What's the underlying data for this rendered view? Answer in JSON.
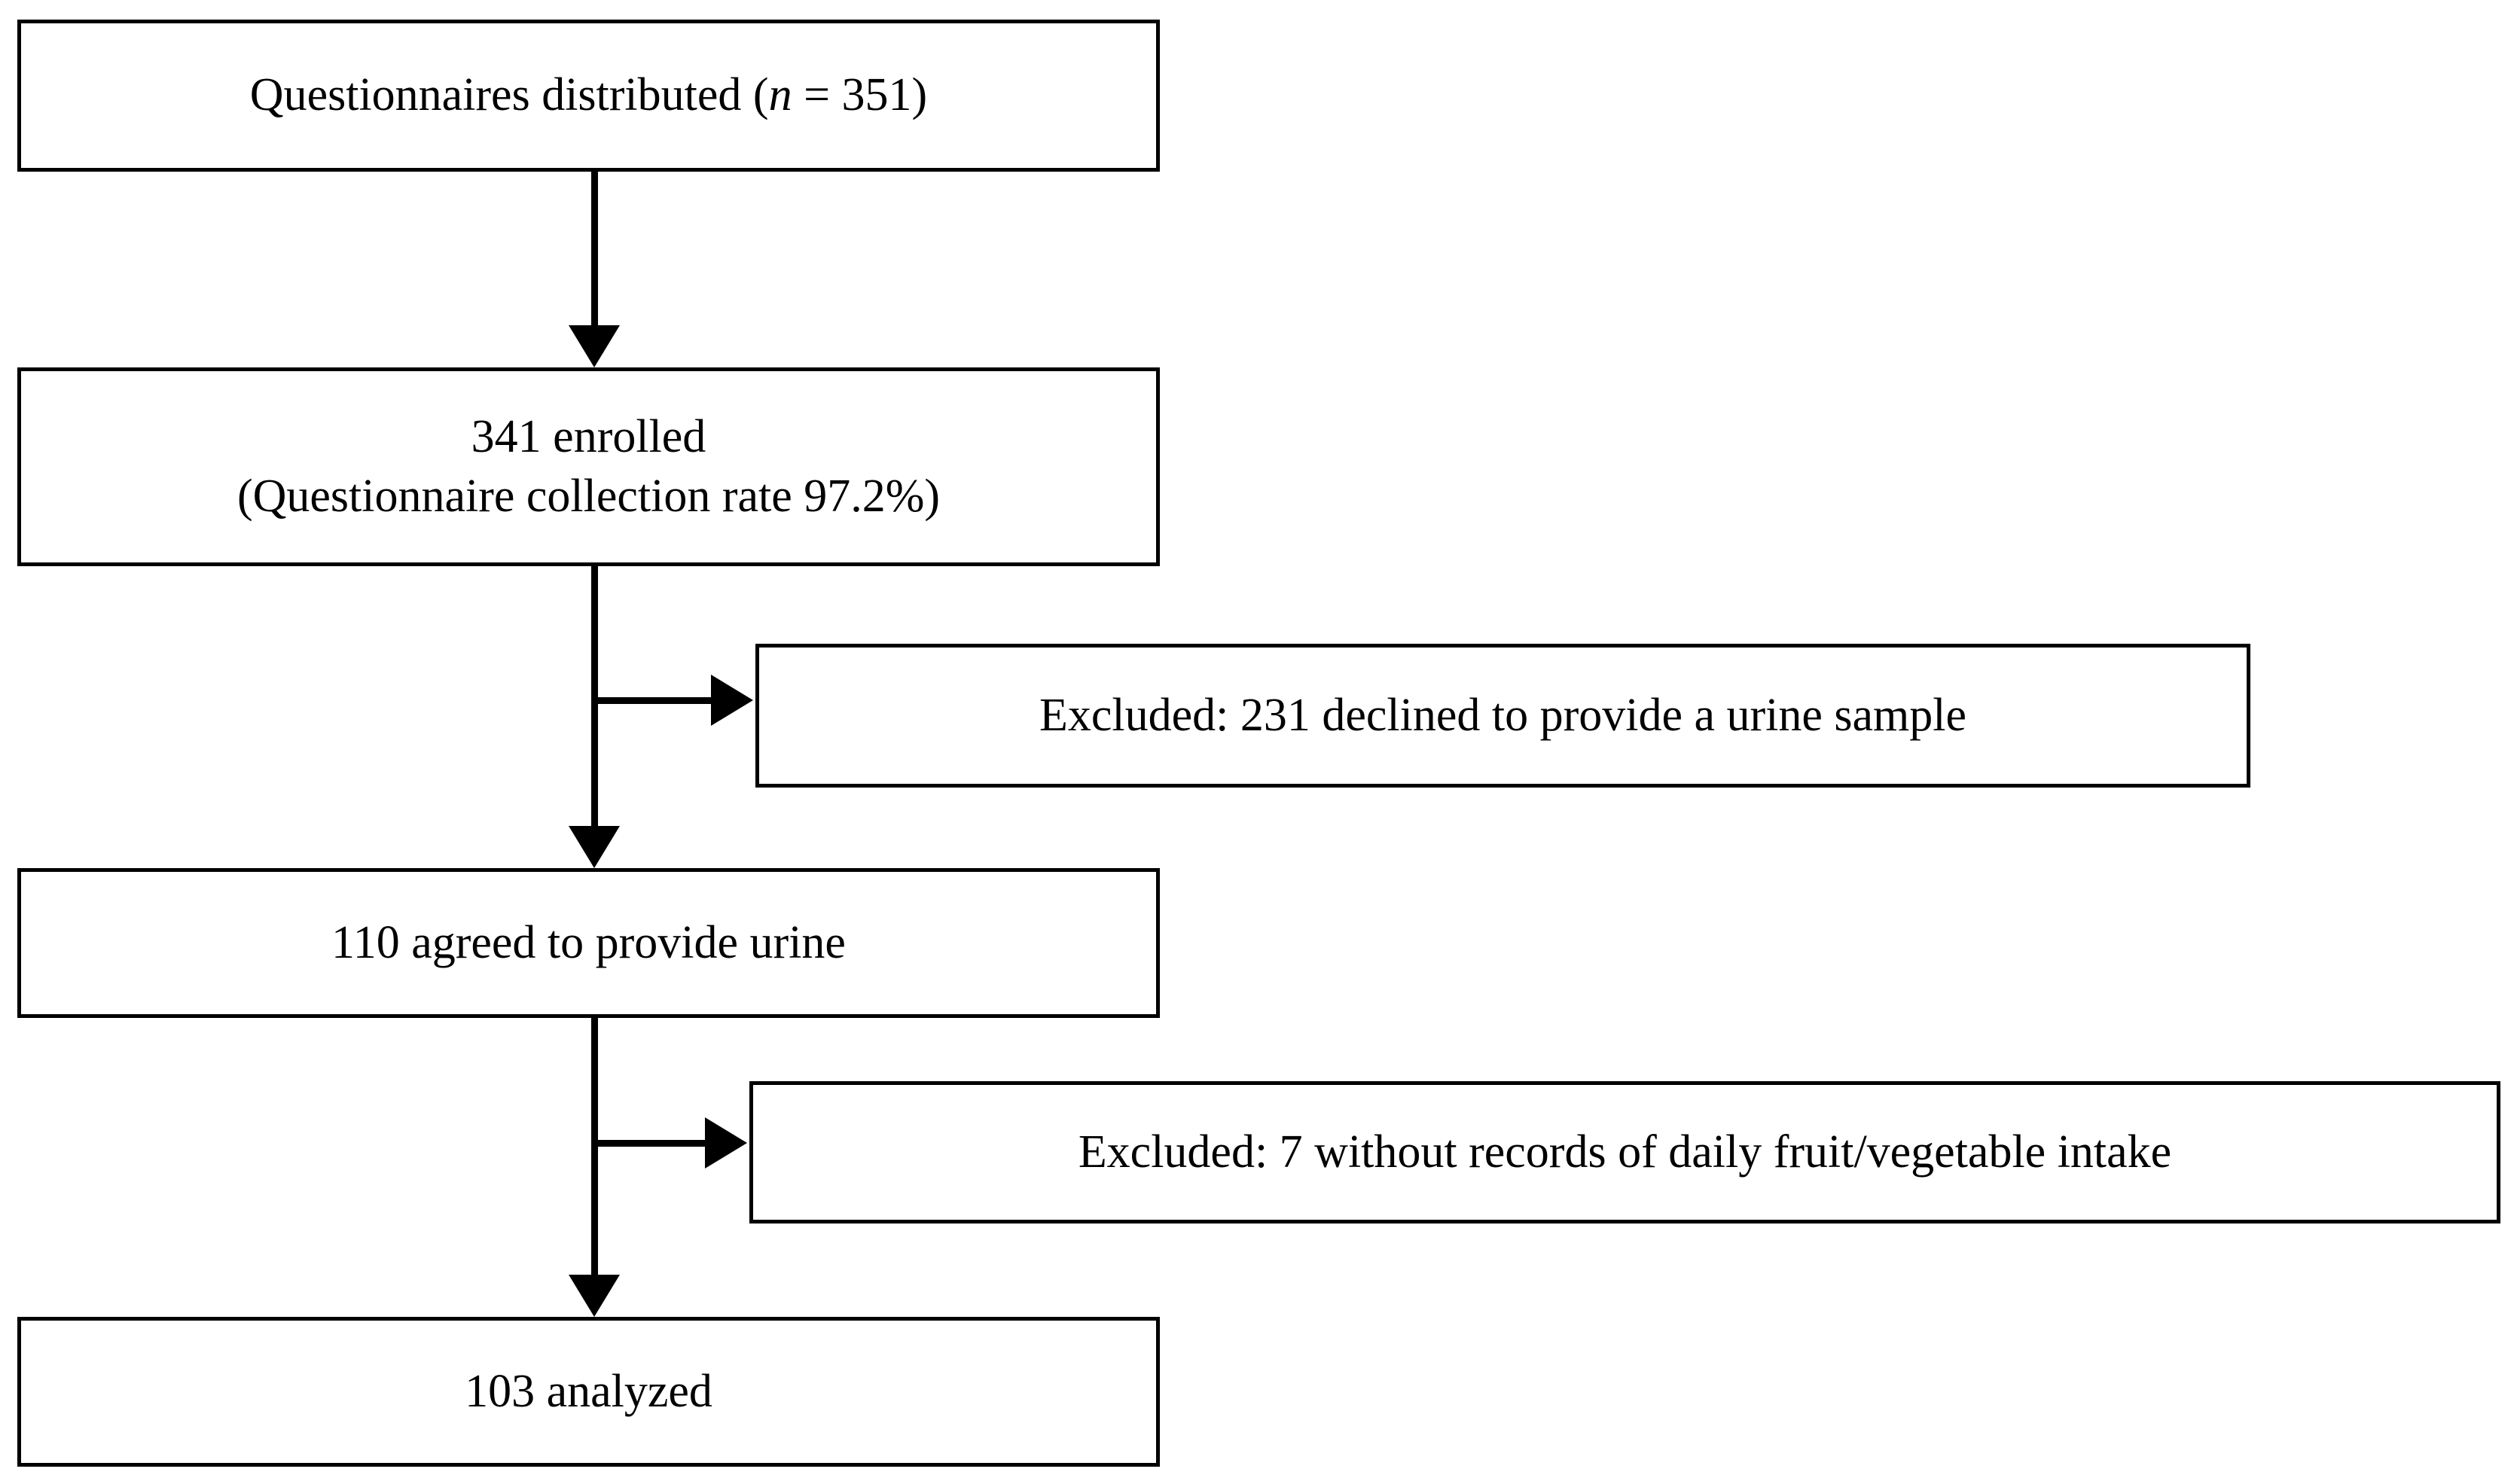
{
  "figure": {
    "type": "flowchart",
    "style": "CONSORT-style participant flow diagram",
    "background_color": "#ffffff",
    "line_color": "#000000",
    "text_color": "#000000"
  },
  "nodes": {
    "distributed": {
      "label_prefix": "Questionnaires distributed (",
      "italic_symbol": "n",
      "label_suffix": " = 351)",
      "full_text": "Questionnaires distributed (n = 351)",
      "count": 351
    },
    "enrolled": {
      "line1": "341 enrolled",
      "line2": "(Questionnaire collection rate 97.2%)",
      "count": 341,
      "collection_rate": "97.2%"
    },
    "agreed": {
      "text": "110 agreed to provide urine",
      "count": 110
    },
    "analyzed": {
      "text": "103 analyzed",
      "count": 103
    },
    "excluded_1": {
      "text": "Excluded: 231 declined to provide a urine sample",
      "count": 231
    },
    "excluded_2": {
      "text": "Excluded: 7 without records of daily fruit/vegetable intake",
      "count": 7
    }
  },
  "flow_data": {
    "steps": [
      {
        "stage": "Questionnaires distributed",
        "n": 351
      },
      {
        "stage": "Enrolled",
        "n": 341,
        "rate": "97.2%"
      },
      {
        "stage": "Agreed to provide urine",
        "n": 110
      },
      {
        "stage": "Analyzed",
        "n": 103
      }
    ],
    "exclusions": [
      {
        "after_stage": "Enrolled",
        "n": 231,
        "reason": "declined to provide a urine sample"
      },
      {
        "after_stage": "Agreed to provide urine",
        "n": 7,
        "reason": "without records of daily fruit/vegetable intake"
      }
    ]
  }
}
